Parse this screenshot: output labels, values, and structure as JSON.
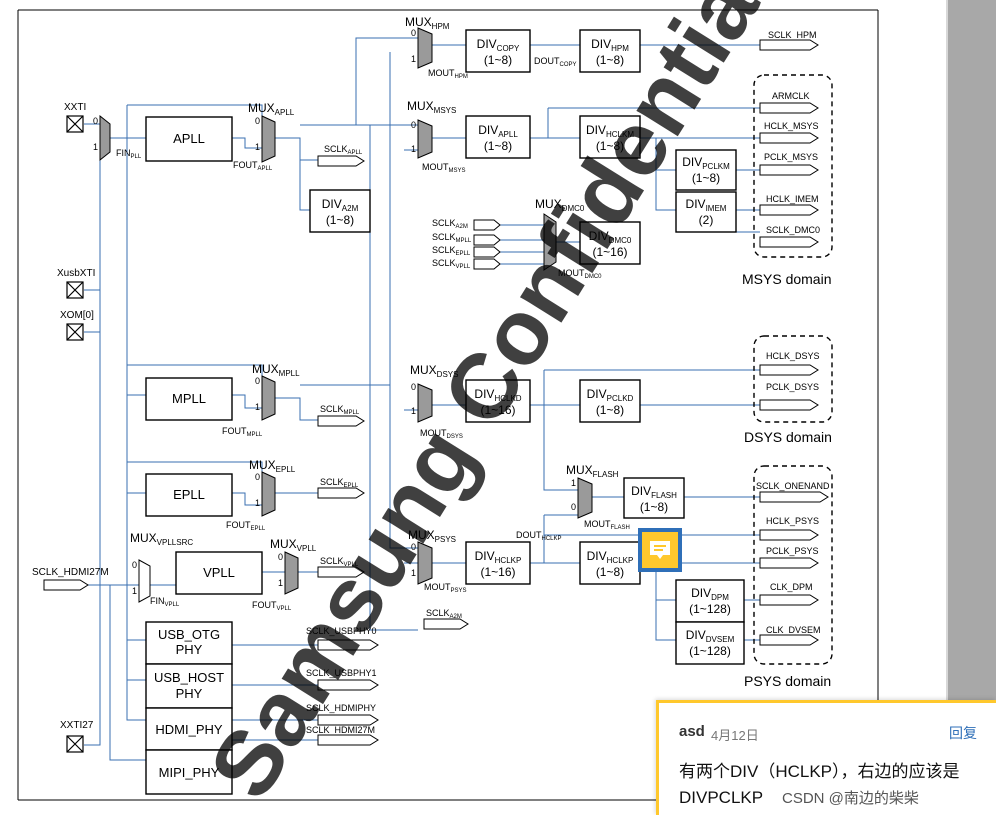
{
  "blocks": {
    "apll": "APLL",
    "mpll": "MPLL",
    "epll": "EPLL",
    "vpll": "VPLL",
    "usb_otg": [
      "USB_OTG",
      "PHY"
    ],
    "usb_host": [
      "USB_HOST",
      "PHY"
    ],
    "hdmi_phy": "HDMI_PHY",
    "mipi_phy": "MIPI_PHY"
  },
  "dividers": {
    "copy": {
      "name": "DIV",
      "sub": "COPY",
      "ratio": "(1~8)"
    },
    "hpm": {
      "name": "DIV",
      "sub": "HPM",
      "ratio": "(1~8)"
    },
    "apll": {
      "name": "DIV",
      "sub": "APLL",
      "ratio": "(1~8)"
    },
    "hclkm": {
      "name": "DIV",
      "sub": "HCLKM",
      "ratio": "(1~8)"
    },
    "pclkm": {
      "name": "DIV",
      "sub": "PCLKM",
      "ratio": "(1~8)"
    },
    "imem": {
      "name": "DIV",
      "sub": "IMEM",
      "ratio": "(2)"
    },
    "a2m": {
      "name": "DIV",
      "sub": "A2M",
      "ratio": "(1~8)"
    },
    "dmc0": {
      "name": "DIV",
      "sub": "DMC0",
      "ratio": "(1~16)"
    },
    "hclkd": {
      "name": "DIV",
      "sub": "HCLKD",
      "ratio": "(1~16)"
    },
    "pclkd": {
      "name": "DIV",
      "sub": "PCLKD",
      "ratio": "(1~8)"
    },
    "flash": {
      "name": "DIV",
      "sub": "FLASH",
      "ratio": "(1~8)"
    },
    "hclkp_left": {
      "name": "DIV",
      "sub": "HCLKP",
      "ratio": "(1~16)"
    },
    "hclkp_right": {
      "name": "DIV",
      "sub": "HCLKP",
      "ratio": "(1~8)"
    },
    "dpm": {
      "name": "DIV",
      "sub": "DPM",
      "ratio": "(1~128)"
    },
    "dvsem": {
      "name": "DIV",
      "sub": "DVSEM",
      "ratio": "(1~128)"
    }
  },
  "muxes": {
    "hpm": {
      "name": "MUX",
      "sub": "HPM"
    },
    "apll": {
      "name": "MUX",
      "sub": "APLL"
    },
    "msys": {
      "name": "MUX",
      "sub": "MSYS"
    },
    "dmc0": {
      "name": "MUX",
      "sub": "DMC0"
    },
    "mpll": {
      "name": "MUX",
      "sub": "MPLL"
    },
    "dsys": {
      "name": "MUX",
      "sub": "DSYS"
    },
    "epll": {
      "name": "MUX",
      "sub": "EPLL"
    },
    "flash": {
      "name": "MUX",
      "sub": "FLASH"
    },
    "psys": {
      "name": "MUX",
      "sub": "PSYS"
    },
    "vpllsrc": {
      "name": "MUX",
      "sub": "VPLLSRC"
    },
    "vpll": {
      "name": "MUX",
      "sub": "VPLL"
    }
  },
  "pins": {
    "xxti": "XXTI",
    "xusbxti": "XusbXTI",
    "xom": "XOM[0]",
    "xxti27": "XXTI27",
    "sclk_hdmi27m_in": "SCLK_HDMI27M"
  },
  "signals": {
    "fin_pll": {
      "name": "FIN",
      "sub": "PLL"
    },
    "fin_vpll": {
      "name": "FIN",
      "sub": "VPLL"
    },
    "fout_apll": {
      "name": "FOUT",
      "sub": "APLL"
    },
    "fout_mpll": {
      "name": "FOUT",
      "sub": "MPLL"
    },
    "fout_epll": {
      "name": "FOUT",
      "sub": "EPLL"
    },
    "fout_vpll": {
      "name": "FOUT",
      "sub": "VPLL"
    },
    "mout_hpm": {
      "name": "MOUT",
      "sub": "HPM"
    },
    "mout_msys": {
      "name": "MOUT",
      "sub": "MSYS"
    },
    "mout_dmc0": {
      "name": "MOUT",
      "sub": "DMC0"
    },
    "mout_dsys": {
      "name": "MOUT",
      "sub": "DSYS"
    },
    "mout_flash": {
      "name": "MOUT",
      "sub": "FLASH"
    },
    "mout_psys": {
      "name": "MOUT",
      "sub": "PSYS"
    },
    "dout_copy": {
      "name": "DOUT",
      "sub": "COPY"
    },
    "dout_hclkp": {
      "name": "DOUT",
      "sub": "HCLKP"
    },
    "sclk_apll": {
      "name": "SCLK",
      "sub": "APLL"
    },
    "sclk_mpll": {
      "name": "SCLK",
      "sub": "MPLL"
    },
    "sclk_epll": {
      "name": "SCLK",
      "sub": "EPLL"
    },
    "sclk_vpll": {
      "name": "SCLK",
      "sub": "VPLL"
    },
    "sclk_a2m": {
      "name": "SCLK",
      "sub": "A2M"
    },
    "sclk_a2m_in": {
      "name": "SCLK",
      "sub": "A2M"
    },
    "sclk_mpll_in": {
      "name": "SCLK",
      "sub": "MPLL"
    },
    "sclk_epll_in": {
      "name": "SCLK",
      "sub": "EPLL"
    },
    "sclk_vpll_in": {
      "name": "SCLK",
      "sub": "VPLL"
    }
  },
  "outputs": {
    "sclk_hpm": "SCLK_HPM",
    "armclk": "ARMCLK",
    "hclk_msys": "HCLK_MSYS",
    "pclk_msys": "PCLK_MSYS",
    "hclk_imem": "HCLK_IMEM",
    "sclk_dmc0": "SCLK_DMC0",
    "hclk_dsys": "HCLK_DSYS",
    "pclk_dsys": "PCLK_DSYS",
    "sclk_onenand": "SCLK_ONENAND",
    "hclk_psys": "HCLK_PSYS",
    "pclk_psys": "PCLK_PSYS",
    "clk_dpm": "CLK_DPM",
    "clk_dvsem": "CLK_DVSEM",
    "sclk_usbphy0": "SCLK_USBPHY0",
    "sclk_usbphy1": "SCLK_USBPHY1",
    "sclk_hdmiphy": "SCLK_HDMIPHY",
    "sclk_hdmi27m": "SCLK_HDMI27M"
  },
  "domains": {
    "msys": "MSYS domain",
    "dsys": "DSYS domain",
    "psys": "PSYS domain"
  },
  "mux_inputs": {
    "zero": "0",
    "one": "1"
  },
  "watermark": "Samsung Confidential",
  "comment": {
    "author": "asd",
    "date": "4月12日",
    "reply": "回复",
    "text": "有两个DIV（HCLKP），右边的应该是DIVPCLKP"
  },
  "csdn_watermark": "CSDN @南边的柴柴",
  "colors": {
    "wire": "#3a6fb0",
    "mux_fill": "#9a9a9a",
    "comment_accent": "#ffc82c",
    "reply_link": "#2f6fb8",
    "scrollbar": "#a8a8a8"
  },
  "icons": {
    "comment": "comment-icon"
  }
}
